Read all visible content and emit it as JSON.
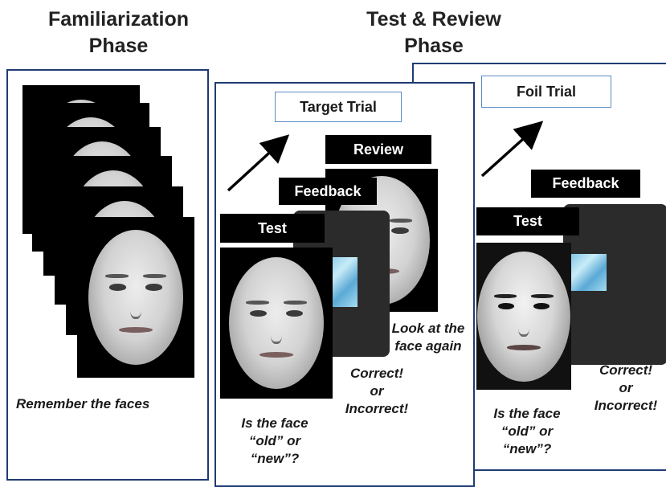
{
  "headings": {
    "familiarization": [
      "Familiarization",
      "Phase"
    ],
    "test_review": [
      "Test & Review",
      "Phase"
    ]
  },
  "familiarization": {
    "caption": "Remember the faces",
    "stack_count": 6
  },
  "target_trial": {
    "title": "Target Trial",
    "test_label": "Test",
    "feedback_label": "Feedback",
    "review_label": "Review",
    "question": [
      "Is the face",
      "“old” or",
      "“new”?"
    ],
    "feedback_text": [
      "Correct!",
      "or",
      "Incorrect!"
    ],
    "review_text": [
      "Look at the",
      "face again"
    ]
  },
  "foil_trial": {
    "title": "Foil Trial",
    "test_label": "Test",
    "feedback_label": "Feedback",
    "question": [
      "Is the face",
      "“old” or",
      "“new”?"
    ],
    "feedback_text": [
      "Correct!",
      "or",
      "Incorrect!"
    ]
  },
  "colors": {
    "panel_border": "#1f3b73",
    "label_border": "#5a8bc4",
    "bar_fill": "#000000",
    "card_fill": "#2b2b2b"
  }
}
